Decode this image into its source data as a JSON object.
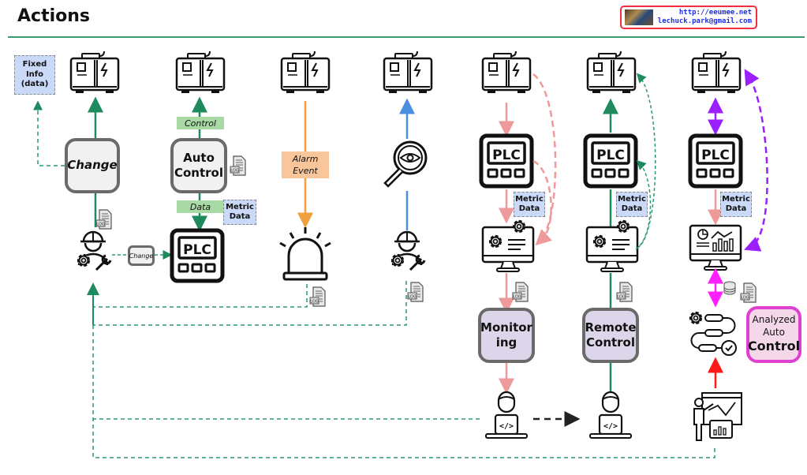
{
  "header": {
    "title": "Actions",
    "credit": {
      "url": "http://eeumee.net",
      "email": "lechuck.park@gmail.com"
    }
  },
  "colors": {
    "green": "#1e8a5e",
    "pink": "#ef9a9a",
    "orange": "#f0a040",
    "blue": "#4a8fe0",
    "purple": "#9b1fff",
    "magenta": "#ff20ff",
    "red": "#ff1a1a"
  },
  "columns": [
    {
      "id": "change",
      "nodes": [
        "generator-icon",
        "process-box",
        "engineer-icon"
      ],
      "process_label": "Change",
      "note": "Fixed\nInfo\n(data)",
      "mini_label": "Change",
      "log_icon": "log-file-icon"
    },
    {
      "id": "auto-control",
      "nodes": [
        "generator-icon",
        "process-box",
        "plc-icon"
      ],
      "process_label": "Auto\nControl",
      "up_label": "Control",
      "down_label": "Data",
      "note": "Metric\nData"
    },
    {
      "id": "alarm",
      "nodes": [
        "generator-icon",
        "alarm-siren-icon"
      ],
      "label": "Alarm\nEvent"
    },
    {
      "id": "inspection",
      "nodes": [
        "generator-icon",
        "magnifier-eye-icon",
        "engineer-icon"
      ]
    },
    {
      "id": "monitoring",
      "nodes": [
        "generator-icon",
        "plc-icon",
        "monitor-settings-icon",
        "process-box",
        "developer-icon"
      ],
      "process_label": "Monitor\ning",
      "note": "Metric\nData"
    },
    {
      "id": "remote-control",
      "nodes": [
        "generator-icon",
        "plc-icon",
        "monitor-settings-icon",
        "process-box",
        "developer-icon"
      ],
      "process_label": "Remote\nControl",
      "note": "Metric\nData"
    },
    {
      "id": "analyzed-auto-control",
      "nodes": [
        "generator-icon",
        "plc-icon",
        "dashboard-monitor-icon",
        "workflow-icon",
        "analyst-presenter-icon"
      ],
      "process_label": "Analyzed\nAuto",
      "process_label_bold": "Control",
      "note": "Metric\nData"
    }
  ],
  "icons": {
    "plc_text": "PLC",
    "log_text": "LOG",
    "code_text": "</>"
  }
}
